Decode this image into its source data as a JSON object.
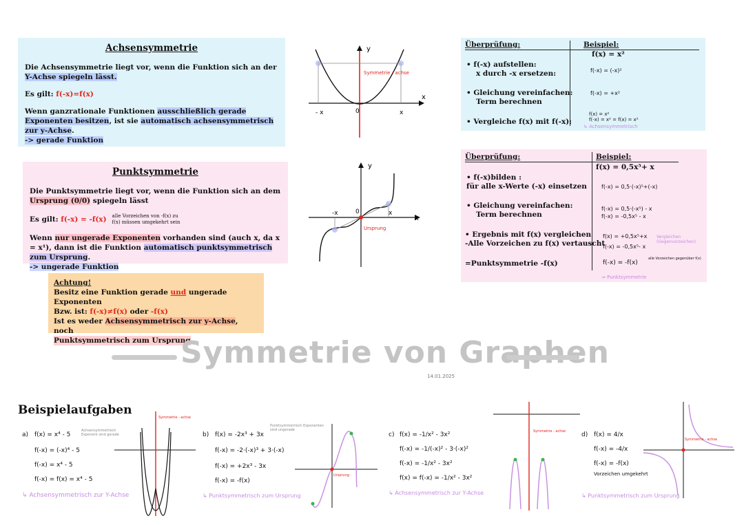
{
  "achsen": {
    "title": "Achsensymmetrie",
    "p1_a": "Die Achsensymmetrie liegt vor, wenn die Funktion sich an der ",
    "p1_hl": "Y-Achse spiegeln lässt.",
    "p2_a": "Es gilt: ",
    "p2_b": "f(-x)=f(x)",
    "p3_a": "Wenn ganzrationale Funktionen ",
    "p3_hl": "ausschließlich gerade Exponenten besitzen",
    "p3_b": ", ist sie ",
    "p3_hl2": "automatisch achsensymmetrisch zur y-Achse",
    "p3_c": ".",
    "p4": "-> gerade Funktion"
  },
  "punkt": {
    "title": "Punktsymmetrie",
    "p1_a": "Die Punktsymmetrie liegt vor, wenn die Funktion sich an dem ",
    "p1_hl": "Ursprung (0/0)",
    "p1_b": " spiegeln lässt",
    "p2_a": "Es gilt: ",
    "p2_b": "f(-x) = -f(x)",
    "p2_note": "alle Vorzeichen von -f(x) zu f(x) müssen umgekehrt sein",
    "p3_a": "Wenn ",
    "p3_hl": "nur ungerade Exponenten",
    "p3_b": " vorhanden sind (auch x, da x = x¹), dann ist die Funktion ",
    "p3_hl2": "automatisch punktsymmetrisch zum Ursprung",
    "p3_c": ".",
    "p4": "-> ungerade Funktion"
  },
  "achtung": {
    "title": "Achtung!",
    "l1_a": "Besitz eine Funktion gerade ",
    "l1_u": "und",
    "l1_b": " ungerade Exponenten",
    "l2_a": "Bzw. ist: ",
    "l2_b": "f(-x)≠f(x)",
    "l2_c": " oder ",
    "l2_d": "-f(x)",
    "l3_a": "Ist es weder ",
    "l3_hl": "Achsensymmetrisch zur y-Achse",
    "l3_b": ", noch",
    "l4": "Punktsymmetrisch zum Ursprung"
  },
  "graph1": {
    "y": "y",
    "x": "x",
    "neg_x": "- x",
    "zero": "0",
    "pos_x": "x",
    "label": "Symmetrie - achse"
  },
  "graph2": {
    "y": "y",
    "x": "x",
    "neg_x": "-x",
    "zero": "0",
    "pos_x": "x",
    "label": "Ursprung"
  },
  "table1": {
    "h1": "Überprüfung:",
    "h2": "Beispiel:",
    "fx": "f(x) = x²",
    "r1": "• f(-x) aufstellen:",
    "r1b": "x durch -x ersetzen:",
    "r2": "• Gleichung vereinfachen:",
    "r2b": "Term berechnen",
    "r3": "• Vergleiche f(x) mit f(-x):",
    "e1": "f(-x) = (-x)²",
    "e2": "f(-x) = +x²",
    "e3a": "f(x) = x²",
    "e3b": "f(-x) = x² = f(x) = x²",
    "e4": "↳ Achsensymmetrisch"
  },
  "table2": {
    "h1": "Überprüfung:",
    "h2": "Beispiel:",
    "fx": "f(x) = 0,5x⁵+ x",
    "r1": "• f(-x)bilden :",
    "r1b": "für alle x-Werte (-x) einsetzen",
    "r2": "• Gleichung vereinfachen:",
    "r2b": "Term berechnen",
    "r3": "• Ergebnis mit f(x) vergleichen",
    "r3b": "-Alle Vorzeichen zu f(x) vertauscht",
    "r4": "=Punktsymmetrie -f(x)",
    "e1": "f(-x) = 0,5·(-x)⁵+(-x)",
    "e2a": "f(-x) = 0,5·(-x⁵) - x",
    "e2b": "f(-x) = -0,5x⁵ - x",
    "e3a": "f(x) = +0,5x⁵+x",
    "e3b": "f(-x) = -0,5x⁵- x",
    "e3n": "Vergleichen (Gegenvorzeichen)",
    "e4": "f(-x) = -f(x)",
    "e4n": "alle Vorzeichen gegenüber f(x)",
    "e5": "⇒ Punktsymmetrie"
  },
  "title": "Symmetrie von Graphen",
  "date": "14.01.2025",
  "beispiel": {
    "heading": "Beispielaufgaben",
    "a": {
      "tag": "a)",
      "l1": "f(x) = x⁴ - 5",
      "l2": "f(-x) = (-x)⁴ - 5",
      "l3": "f(-x) = x⁴ - 5",
      "l4": "f(-x) = f(x) = x⁴ - 5",
      "res": "↳ Achsensymmetrisch zur Y-Achse",
      "note": "Achsensymmetrisch Exponent sind gerade",
      "glabel": "Symmetrie - achse"
    },
    "b": {
      "tag": "b)",
      "l1": "f(x) = -2x³ + 3x",
      "l2": "f(-x) = -2·(-x)³ + 3·(-x)",
      "l3": "f(-x) = +2x³ - 3x",
      "l4": "f(-x) = -f(x)",
      "res": "↳ Punktsymmetrisch zum Ursprung",
      "note": "Punktsymmetrisch Exponenten sind ungerade",
      "glabel": "Ursprung"
    },
    "c": {
      "tag": "c)",
      "l1": "f(x) = -1/x² - 3x²",
      "l2": "f(-x) = -1/(-x)² - 3·(-x)²",
      "l3": "f(-x) = -1/x² - 3x²",
      "l4": "f(x) = f(-x) = -1/x² - 3x²",
      "res": "↳ Achsensymmetrisch zur Y-Achse",
      "glabel": "Symmetrie - achse"
    },
    "d": {
      "tag": "d)",
      "l1": "f(x) = 4/x",
      "l2": "f(-x) = -4/x",
      "l3": "f(-x) = -f(x)",
      "l4": "Vorzeichen umgekehrt",
      "res": "↳ Punktsymmetrisch zum Ursprung",
      "glabel": "Symmetrie - achse"
    }
  }
}
